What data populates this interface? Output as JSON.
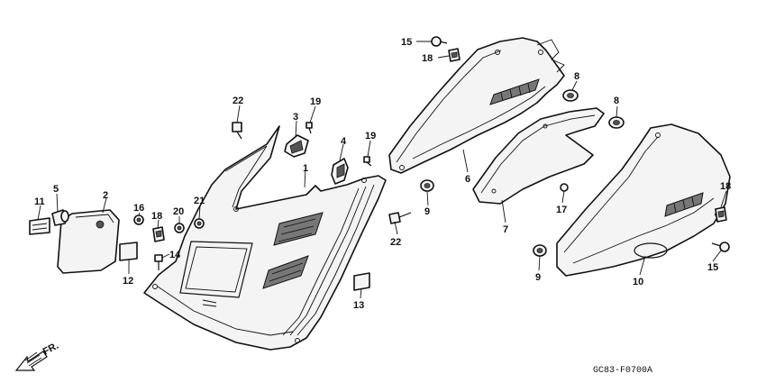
{
  "callouts": {
    "c1": "1",
    "c2": "2",
    "c3": "3",
    "c4": "4",
    "c5": "5",
    "c6": "6",
    "c7": "7",
    "c8a": "8",
    "c8b": "8",
    "c9a": "9",
    "c9b": "9",
    "c10": "10",
    "c11": "11",
    "c12": "12",
    "c13": "13",
    "c14": "14",
    "c15a": "15",
    "c15b": "15",
    "c16": "16",
    "c17": "17",
    "c18a": "18",
    "c18b": "18",
    "c18c": "18",
    "c19a": "19",
    "c19b": "19",
    "c20": "20",
    "c21": "21",
    "c22a": "22",
    "c22b": "22"
  },
  "direction": "FR.",
  "diagram_code": "GC83-F0700A"
}
